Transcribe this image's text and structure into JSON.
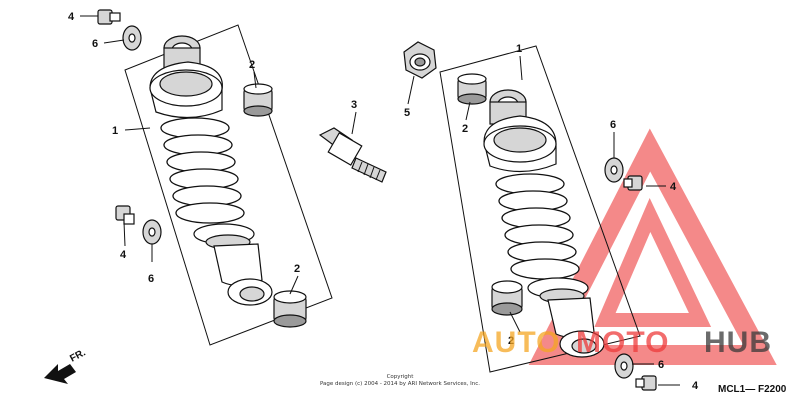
{
  "callouts": {
    "left_shock": "1",
    "left_bushing_top": "2",
    "left_bushing_bottom": "2",
    "stud": "3",
    "left_bolt_top": "4",
    "left_bolt_mid": "4",
    "nut": "5",
    "left_washer_top": "6",
    "left_washer_mid": "6",
    "right_shock": "1",
    "right_bushing_top": "2",
    "right_bushing_bottom": "2",
    "right_bolt_mid": "4",
    "right_bolt_bottom": "4",
    "right_washer_mid": "6",
    "right_washer_bottom": "6"
  },
  "direction_label": "FR.",
  "copyright": {
    "line1": "Copyright",
    "line2": "Page design (c) 2004 - 2014 by ARI Network Services, Inc."
  },
  "diagram_code": "MCL1— F2200",
  "watermark": {
    "left": "AUTO",
    "mid": "MOTO",
    "right": "HUB",
    "colors": {
      "orange": "#f5a623",
      "red": "#ee3b3b",
      "dark": "#3a3a3a"
    }
  }
}
